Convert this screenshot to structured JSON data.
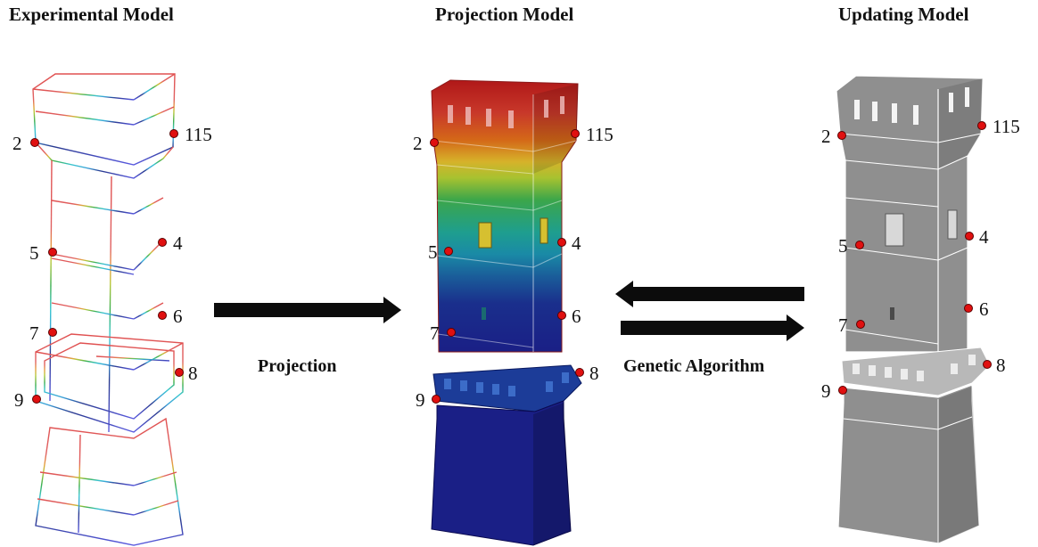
{
  "panels": {
    "experimental": {
      "title": "Experimental Model"
    },
    "projection": {
      "title": "Projection Model"
    },
    "updating": {
      "title": "Updating Model"
    }
  },
  "arrows": {
    "projection_label": "Projection",
    "genetic_label": "Genetic Algorithm"
  },
  "nodes": [
    "2",
    "115",
    "5",
    "4",
    "7",
    "6",
    "9",
    "8"
  ],
  "colors": {
    "marker_fill": "#e01010",
    "marker_stroke": "#5a0000",
    "arrow": "#0c0c0c",
    "grey_model": "#8f8f8f",
    "wire_top": "#e05050",
    "wire_bottom": "#4a4ad0"
  }
}
